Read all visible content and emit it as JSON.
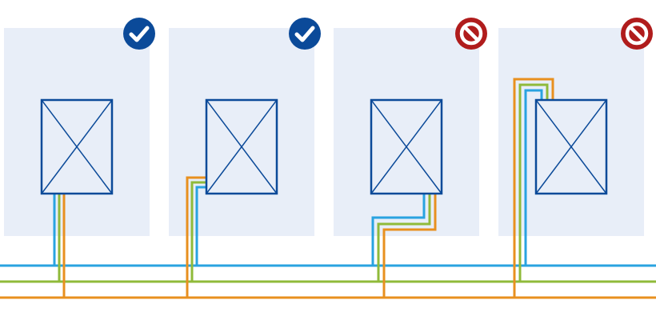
{
  "colors": {
    "panel": "#e8eef8",
    "device_stroke": "#0b4a99",
    "blue_line": "#29a3e0",
    "green_line": "#8fba3a",
    "orange_line": "#e8901f",
    "ok_badge": "#0b4a99",
    "forbidden_badge": "#b01c1c"
  },
  "icons": {
    "ok": "check-circle-icon",
    "forbidden": "no-entry-icon"
  },
  "panels": [
    {
      "id": "panel-1",
      "status": "allowed",
      "routing": "straight-down"
    },
    {
      "id": "panel-2",
      "status": "allowed",
      "routing": "left-side-down"
    },
    {
      "id": "panel-3",
      "status": "forbidden",
      "routing": "down-jog-right"
    },
    {
      "id": "panel-4",
      "status": "forbidden",
      "routing": "over-top-left"
    }
  ],
  "bus_lines": [
    "blue",
    "green",
    "orange"
  ]
}
